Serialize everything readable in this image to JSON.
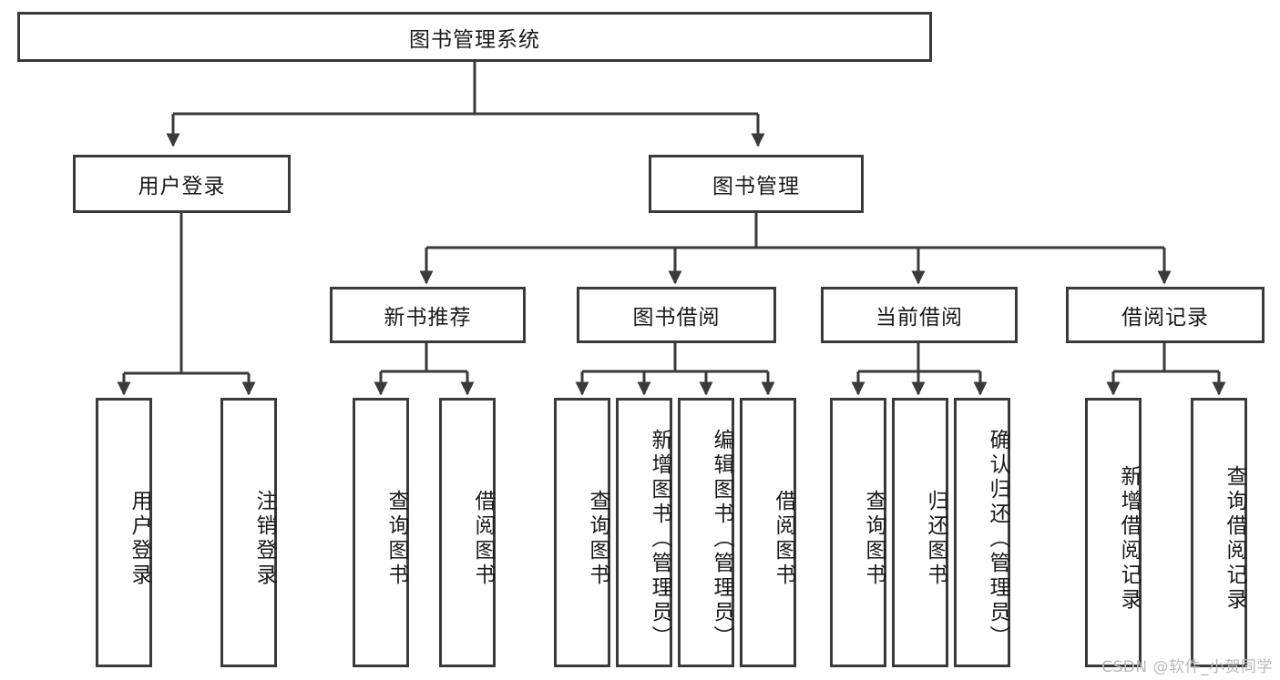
{
  "diagram": {
    "title": "图书管理系统",
    "type": "tree-hierarchy-diagram",
    "watermark": "CSDN @软件_小贺同学",
    "colors": {
      "stroke": "#3a3a3a",
      "fill": "#ffffff",
      "text": "#1a1a1a",
      "watermark": "#b9b9b9"
    },
    "nodes": {
      "root": {
        "label": "图书管理系统"
      },
      "level2": [
        {
          "id": "user-login",
          "label": "用户登录"
        },
        {
          "id": "book-management",
          "label": "图书管理"
        }
      ],
      "level3": [
        {
          "id": "new-book-recommend",
          "label": "新书推荐"
        },
        {
          "id": "book-borrow",
          "label": "图书借阅"
        },
        {
          "id": "current-borrow",
          "label": "当前借阅"
        },
        {
          "id": "borrow-record",
          "label": "借阅记录"
        }
      ],
      "leaves": {
        "user-login": [
          {
            "id": "leaf-user-login",
            "label": "用户登录"
          },
          {
            "id": "leaf-user-logout",
            "label": "注销登录"
          }
        ],
        "new-book-recommend": [
          {
            "id": "leaf-query-book-1",
            "label": "查询图书"
          },
          {
            "id": "leaf-borrow-book-1",
            "label": "借阅图书"
          }
        ],
        "book-borrow": [
          {
            "id": "leaf-query-book-2",
            "label": "查询图书"
          },
          {
            "id": "leaf-add-book",
            "label": "新增图书（管理员）"
          },
          {
            "id": "leaf-edit-book",
            "label": "编辑图书（管理员）"
          },
          {
            "id": "leaf-borrow-book-2",
            "label": "借阅图书"
          }
        ],
        "current-borrow": [
          {
            "id": "leaf-query-book-3",
            "label": "查询图书"
          },
          {
            "id": "leaf-return-book",
            "label": "归还图书"
          },
          {
            "id": "leaf-confirm-return",
            "label": "确认归还（管理员）"
          }
        ],
        "borrow-record": [
          {
            "id": "leaf-add-record",
            "label": "新增借阅记录"
          },
          {
            "id": "leaf-query-record",
            "label": "查询借阅记录"
          }
        ]
      }
    }
  }
}
